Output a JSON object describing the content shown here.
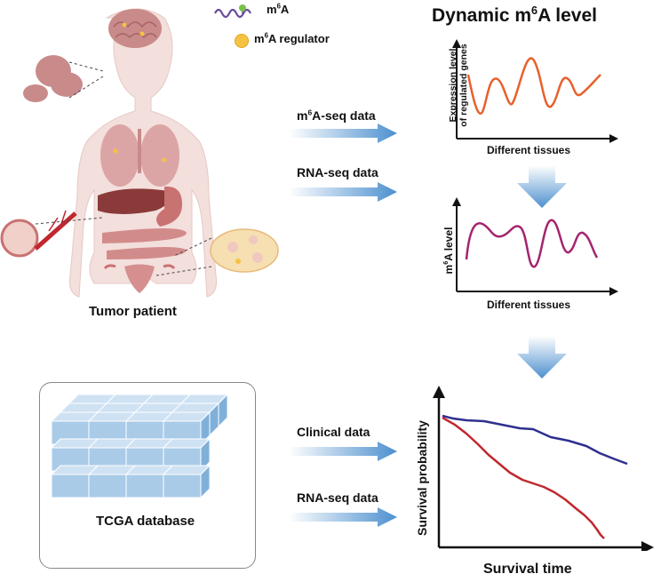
{
  "legend": {
    "m6a_prefix": "m",
    "m6a_sup": "6",
    "m6a_suffix": "A",
    "regulator_prefix": "m",
    "regulator_sup": "6",
    "regulator_suffix": "A regulator"
  },
  "patient": {
    "caption": "Tumor patient"
  },
  "tcga": {
    "caption": "TCGA database"
  },
  "inputs": {
    "m6a_seq_prefix": "m",
    "m6a_seq_sup": "6",
    "m6a_seq_suffix": "A-seq data",
    "rna_seq_top": "RNA-seq data",
    "clinical": "Clinical data",
    "rna_seq_bottom": "RNA-seq data"
  },
  "dynamic": {
    "title_prefix": "Dynamic m",
    "title_sup": "6",
    "title_suffix": "A level"
  },
  "plot_expression": {
    "ylabel_line1": "Expression level",
    "ylabel_line2": "of regulated genes",
    "xlabel": "Different tissues"
  },
  "plot_m6a": {
    "ylabel_prefix": "m",
    "ylabel_sup": "6",
    "ylabel_suffix": "A level",
    "xlabel": "Different tissues"
  },
  "plot_survival": {
    "ylabel": "Survival probability",
    "xlabel": "Survival time"
  },
  "colors": {
    "orange_curve": "#e8602c",
    "purple_curve": "#a5246d",
    "blue_curve": "#2e2f8f",
    "red_curve": "#c0282e",
    "arrow_blue": "#4d90cf",
    "cube_blue": "#a9cbe8"
  }
}
